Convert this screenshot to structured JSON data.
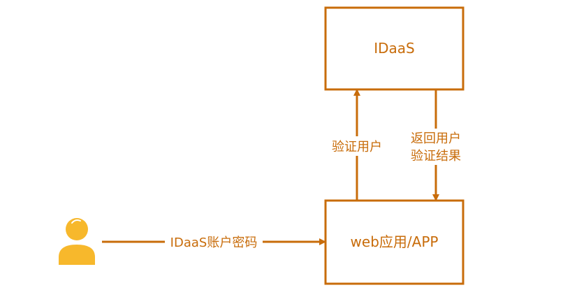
{
  "diagram": {
    "colors": {
      "line": "#C86C0A",
      "text": "#C86C0A",
      "user_icon": "#F7B82C",
      "background": "#FFFFFF"
    },
    "nodes": {
      "idaas": {
        "label": "IDaaS"
      },
      "app": {
        "label": "web应用/APP"
      },
      "user": {
        "icon": "user-icon"
      }
    },
    "edges": {
      "user_to_app": {
        "label": "IDaaS账户密码"
      },
      "app_to_idaas": {
        "label": "验证用户"
      },
      "idaas_to_app": {
        "label_line1": "返回用户",
        "label_line2": "验证结果"
      }
    }
  }
}
